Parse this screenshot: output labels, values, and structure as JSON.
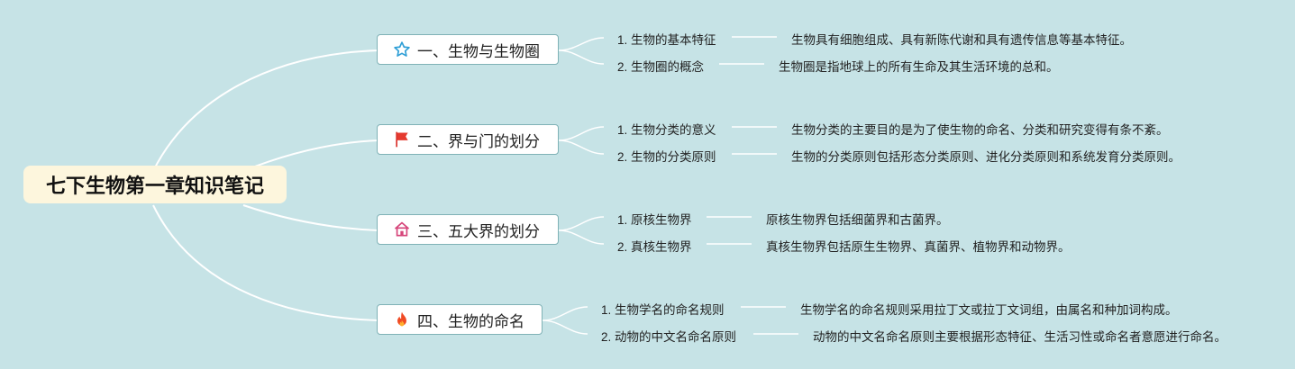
{
  "root": {
    "title": "七下生物第一章知识笔记"
  },
  "topics": [
    {
      "title": "一、生物与生物圈",
      "icon": "star-icon",
      "subs": [
        {
          "label": "1. 生物的基本特征",
          "detail": "生物具有细胞组成、具有新陈代谢和具有遗传信息等基本特征。"
        },
        {
          "label": "2. 生物圈的概念",
          "detail": "生物圈是指地球上的所有生命及其生活环境的总和。"
        }
      ]
    },
    {
      "title": "二、界与门的划分",
      "icon": "red-flag-icon",
      "subs": [
        {
          "label": "1. 生物分类的意义",
          "detail": "生物分类的主要目的是为了使生物的命名、分类和研究变得有条不紊。"
        },
        {
          "label": "2. 生物的分类原则",
          "detail": "生物的分类原则包括形态分类原则、进化分类原则和系统发育分类原则。"
        }
      ]
    },
    {
      "title": "三、五大界的划分",
      "icon": "house-icon",
      "subs": [
        {
          "label": "1. 原核生物界",
          "detail": "原核生物界包括细菌界和古菌界。"
        },
        {
          "label": "2. 真核生物界",
          "detail": "真核生物界包括原生生物界、真菌界、植物界和动物界。"
        }
      ]
    },
    {
      "title": "四、生物的命名",
      "icon": "fire-icon",
      "subs": [
        {
          "label": "1. 生物学名的命名规则",
          "detail": "生物学名的命名规则采用拉丁文或拉丁文词组，由属名和种加词构成。"
        },
        {
          "label": "2. 动物的中文名命名原则",
          "detail": "动物的中文名命名原则主要根据形态特征、生活习性或命名者意愿进行命名。"
        }
      ]
    }
  ],
  "colors": {
    "background": "#c6e3e6",
    "root_fill": "#fdf6dd",
    "topic_border": "#7fb2b6",
    "branch_line": "#ffffff"
  }
}
